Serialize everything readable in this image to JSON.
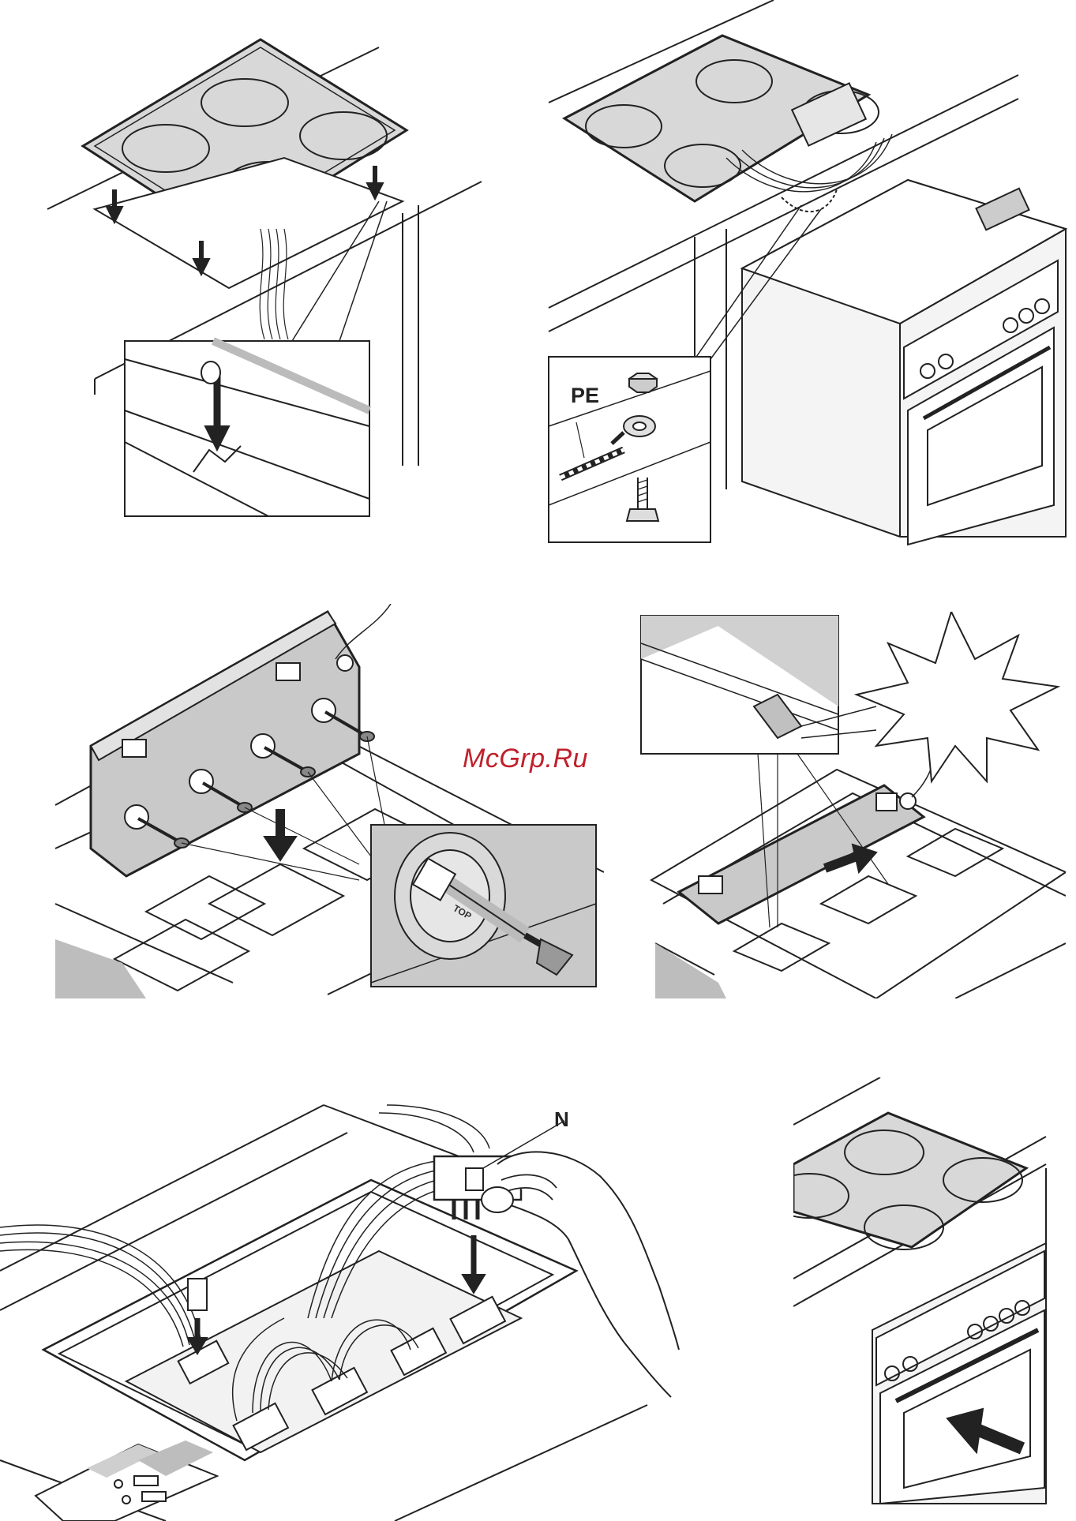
{
  "labels": {
    "pe": "PE",
    "n": "N",
    "top": "TOP"
  },
  "watermark": "McGrp.Ru",
  "colors": {
    "line": "#222222",
    "hob_glass": "#d8d8d8",
    "panel_fill": "#c9c9c9",
    "oven_fill": "#f4f4f4",
    "watermark": "#c0202a"
  }
}
